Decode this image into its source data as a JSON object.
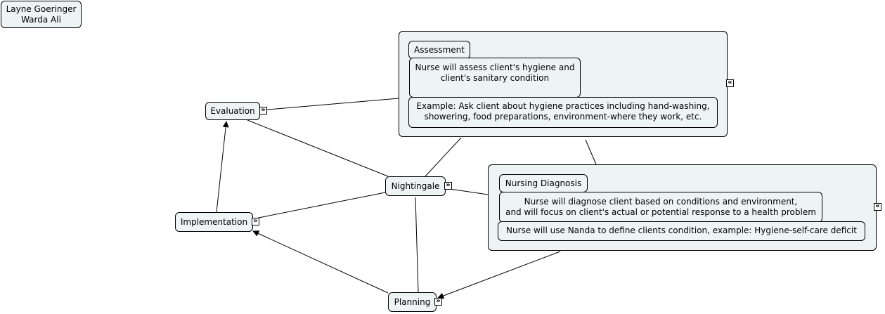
{
  "authors": {
    "line1": "Layne Goeringer",
    "line2": "Warda Ali"
  },
  "nodes": {
    "evaluation": "Evaluation",
    "nightingale": "Nightingale",
    "implementation": "Implementation",
    "planning": "Planning"
  },
  "assessment_group": {
    "title": "Assessment",
    "desc_line1": "Nurse will assess client's hygiene and",
    "desc_line2": "client's sanitary condition",
    "example_line1": "Example: Ask client about hygiene practices including hand-washing,",
    "example_line2": "showering, food preparations, environment-where they work, etc."
  },
  "diagnosis_group": {
    "title": "Nursing Diagnosis",
    "desc_line1": "Nurse will diagnose client based on conditions and environment,",
    "desc_line2": "and will focus on client's actual or potential response to a health problem",
    "nanda": "Nurse will use Nanda to define clients condition, example: Hygiene-self-care deficit"
  },
  "icons": {
    "expand": "»",
    "collapse": "«"
  }
}
